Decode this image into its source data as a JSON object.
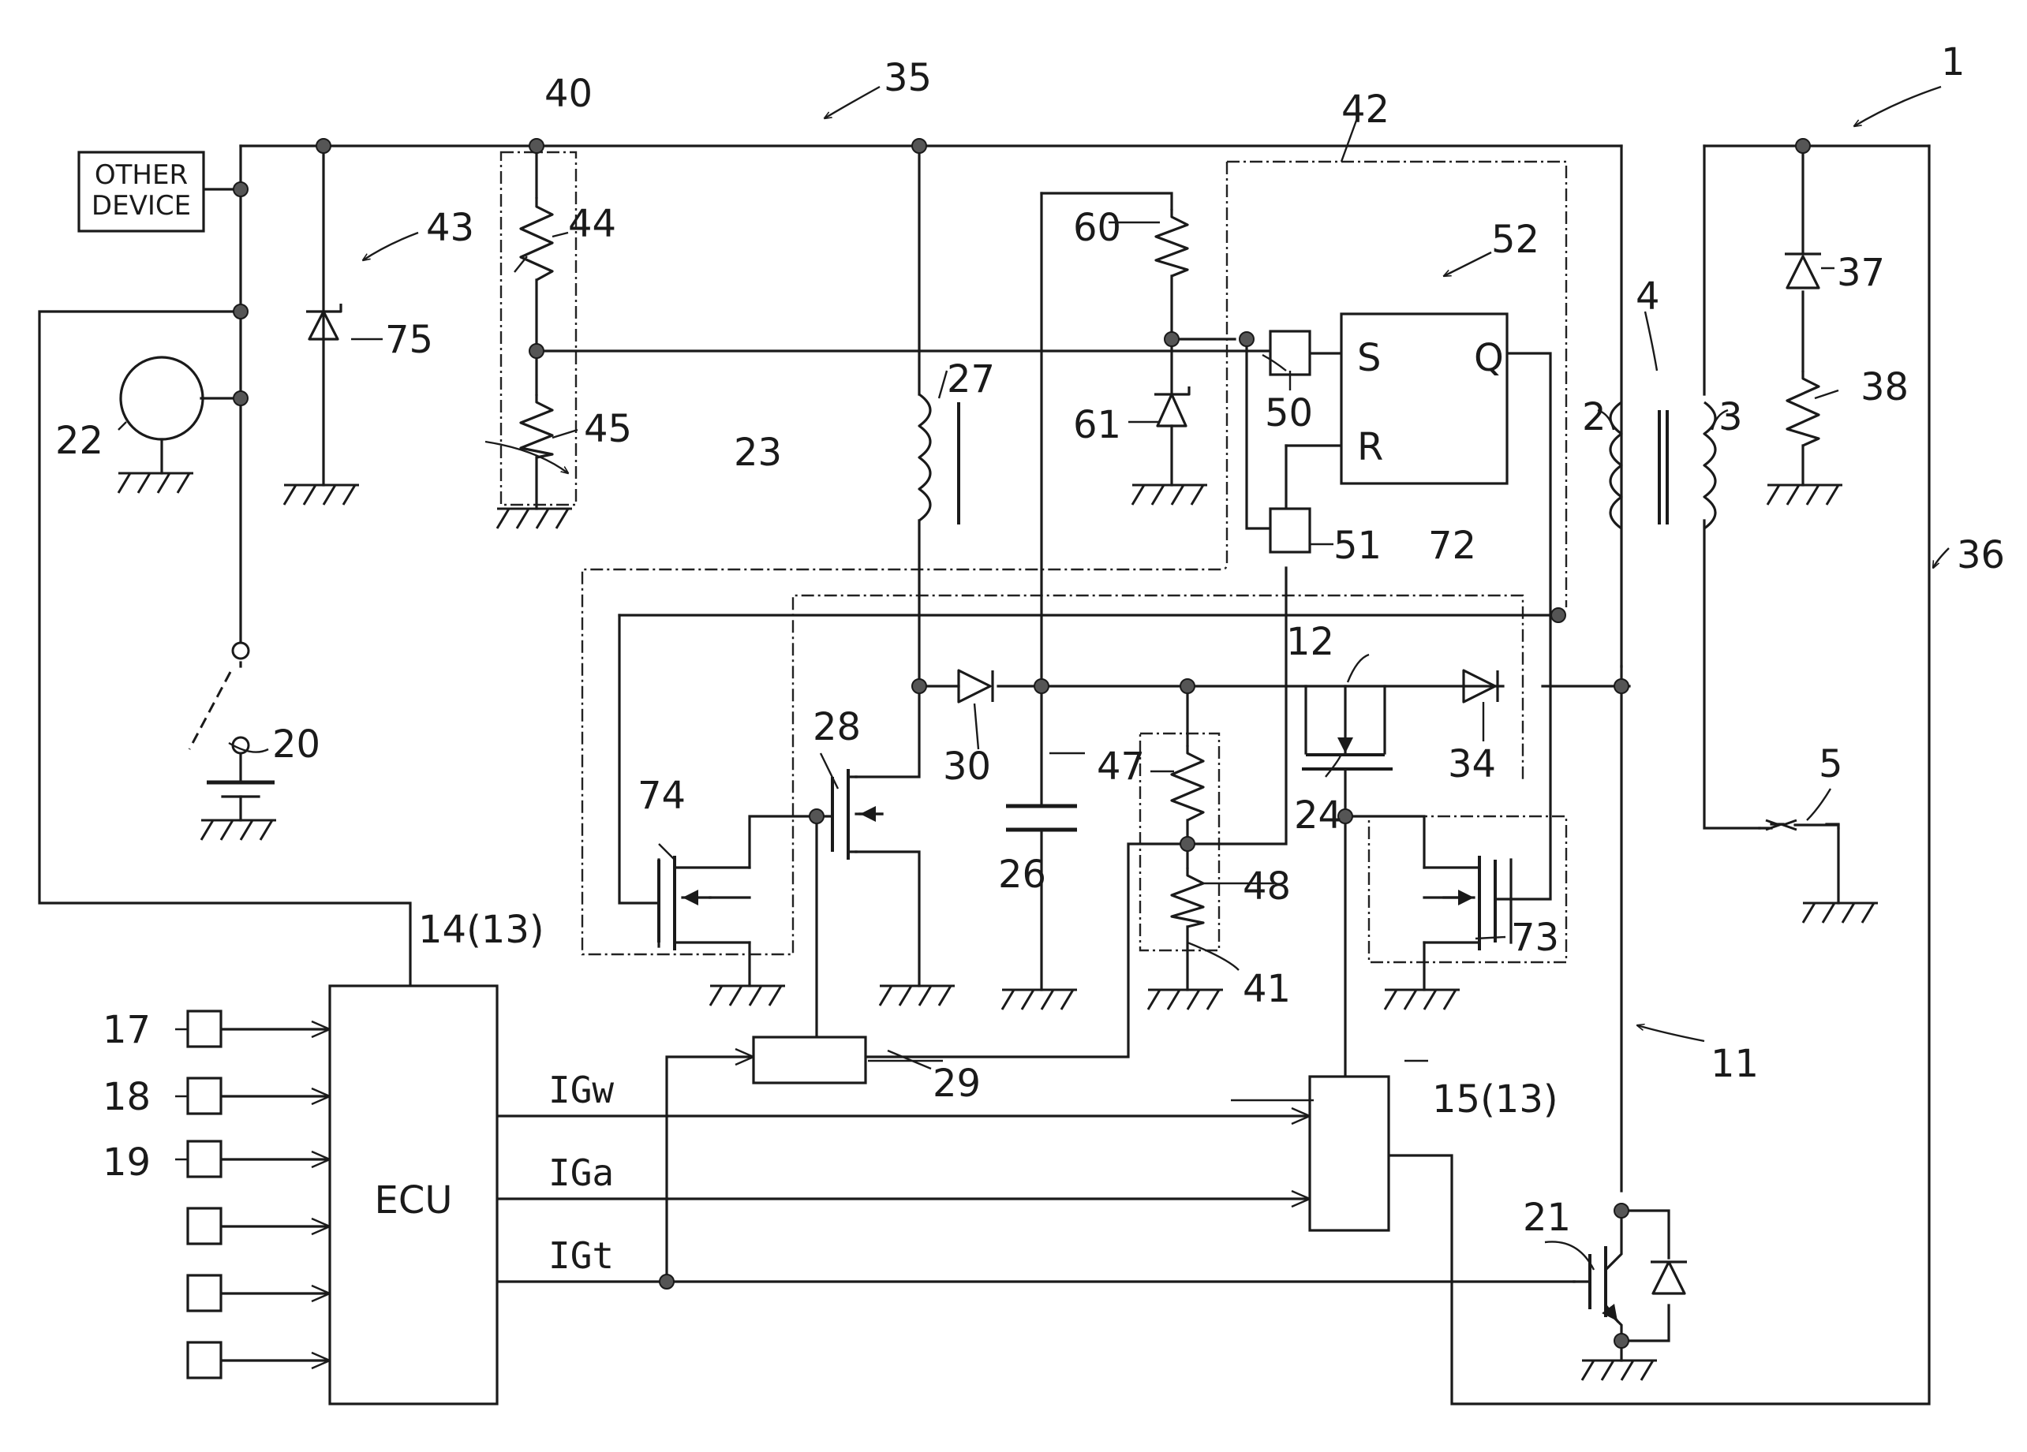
{
  "labels": {
    "other_device_line1": "OTHER",
    "other_device_line2": "DEVICE",
    "ecu": "ECU",
    "s": "S",
    "q": "Q",
    "r": "R",
    "igw": "IGw",
    "iga": "IGa",
    "igt": "IGt"
  },
  "refs": {
    "r1": "1",
    "r2": "2",
    "r3": "3",
    "r4": "4",
    "r5": "5",
    "r11": "11",
    "r12": "12",
    "r14": "14(13)",
    "r15": "15(13)",
    "r17": "17",
    "r18": "18",
    "r19": "19",
    "r20": "20",
    "r21": "21",
    "r22": "22",
    "r23": "23",
    "r24": "24",
    "r26": "26",
    "r27": "27",
    "r28": "28",
    "r29": "29",
    "r30": "30",
    "r34": "34",
    "r35": "35",
    "r36": "36",
    "r37": "37",
    "r38": "38",
    "r40": "40",
    "r41": "41",
    "r42": "42",
    "r43": "43",
    "r44": "44",
    "r45": "45",
    "r47": "47",
    "r48": "48",
    "r50": "50",
    "r51": "51",
    "r52": "52",
    "r60": "60",
    "r61": "61",
    "r72": "72",
    "r73": "73",
    "r74": "74",
    "r75": "75"
  }
}
